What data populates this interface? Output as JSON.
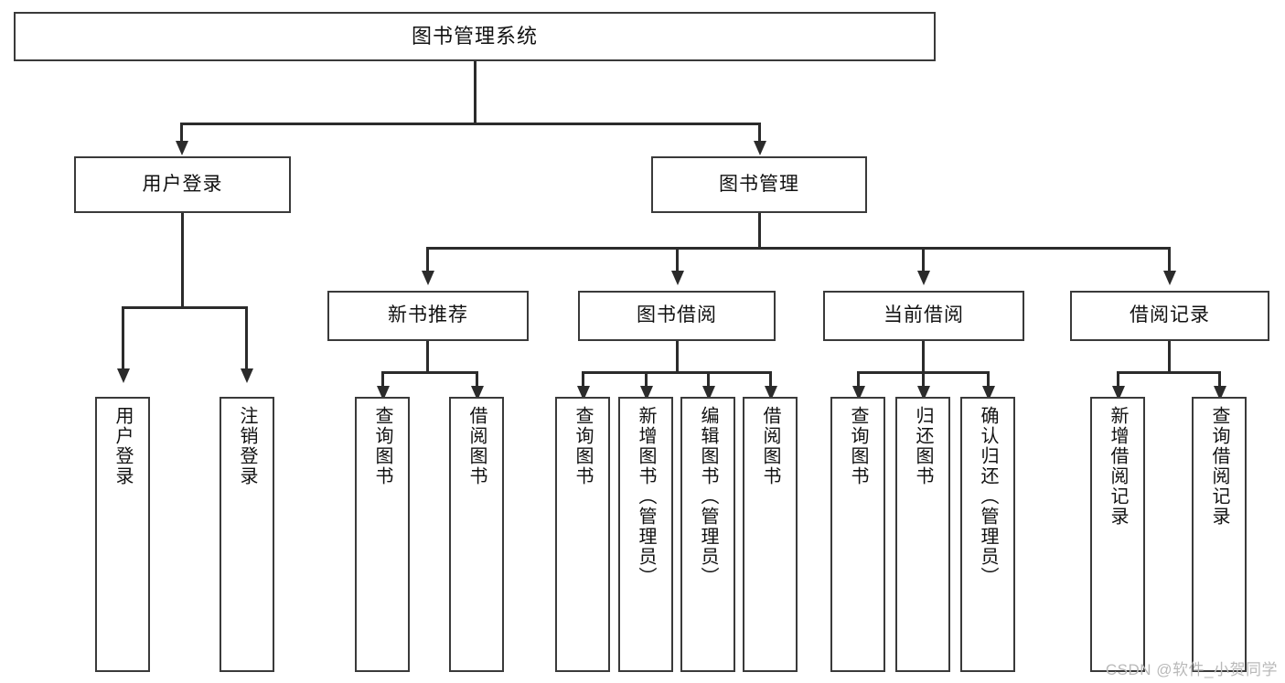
{
  "diagram": {
    "title": "图书管理系统",
    "watermark": "CSDN @软件_小贺同学",
    "nodes": {
      "root": {
        "label": "图书管理系统",
        "level": 1
      },
      "user_login": {
        "label": "用户登录",
        "level": 2
      },
      "book_manage": {
        "label": "图书管理",
        "level": 2
      },
      "new_book_rec": {
        "label": "新书推荐",
        "level": 3
      },
      "book_borrow": {
        "label": "图书借阅",
        "level": 3
      },
      "current_borrow": {
        "label": "当前借阅",
        "level": 3
      },
      "borrow_record": {
        "label": "借阅记录",
        "level": 3
      },
      "leaf_user_login": {
        "label": "用户登录",
        "level": 4
      },
      "leaf_user_logout": {
        "label": "注销登录",
        "level": 4
      },
      "leaf_query_book_1": {
        "label": "查询图书",
        "level": 4
      },
      "leaf_borrow_book_1": {
        "label": "借阅图书",
        "level": 4
      },
      "leaf_query_book_2": {
        "label": "查询图书",
        "level": 4
      },
      "leaf_add_book": {
        "label": "新增图书（管理员）",
        "level": 4
      },
      "leaf_edit_book": {
        "label": "编辑图书（管理员）",
        "level": 4
      },
      "leaf_borrow_book_2": {
        "label": "借阅图书",
        "level": 4
      },
      "leaf_query_book_3": {
        "label": "查询图书",
        "level": 4
      },
      "leaf_return_book": {
        "label": "归还图书",
        "level": 4
      },
      "leaf_confirm_return": {
        "label": "确认归还（管理员）",
        "level": 4
      },
      "leaf_add_record": {
        "label": "新增借阅记录",
        "level": 4
      },
      "leaf_query_record": {
        "label": "查询借阅记录",
        "level": 4
      }
    },
    "edges": [
      {
        "from": "root",
        "to": "user_login"
      },
      {
        "from": "root",
        "to": "book_manage"
      },
      {
        "from": "user_login",
        "to": "leaf_user_login"
      },
      {
        "from": "user_login",
        "to": "leaf_user_logout"
      },
      {
        "from": "book_manage",
        "to": "new_book_rec"
      },
      {
        "from": "book_manage",
        "to": "book_borrow"
      },
      {
        "from": "book_manage",
        "to": "current_borrow"
      },
      {
        "from": "book_manage",
        "to": "borrow_record"
      },
      {
        "from": "new_book_rec",
        "to": "leaf_query_book_1"
      },
      {
        "from": "new_book_rec",
        "to": "leaf_borrow_book_1"
      },
      {
        "from": "book_borrow",
        "to": "leaf_query_book_2"
      },
      {
        "from": "book_borrow",
        "to": "leaf_add_book"
      },
      {
        "from": "book_borrow",
        "to": "leaf_edit_book"
      },
      {
        "from": "book_borrow",
        "to": "leaf_borrow_book_2"
      },
      {
        "from": "current_borrow",
        "to": "leaf_query_book_3"
      },
      {
        "from": "current_borrow",
        "to": "leaf_return_book"
      },
      {
        "from": "current_borrow",
        "to": "leaf_confirm_return"
      },
      {
        "from": "borrow_record",
        "to": "leaf_add_record"
      },
      {
        "from": "borrow_record",
        "to": "leaf_query_record"
      }
    ],
    "colors": {
      "border": "#3a3a3a",
      "connector": "#2b2b2b",
      "background": "#ffffff",
      "text": "#111111",
      "watermark": "#b9b9b9"
    }
  }
}
